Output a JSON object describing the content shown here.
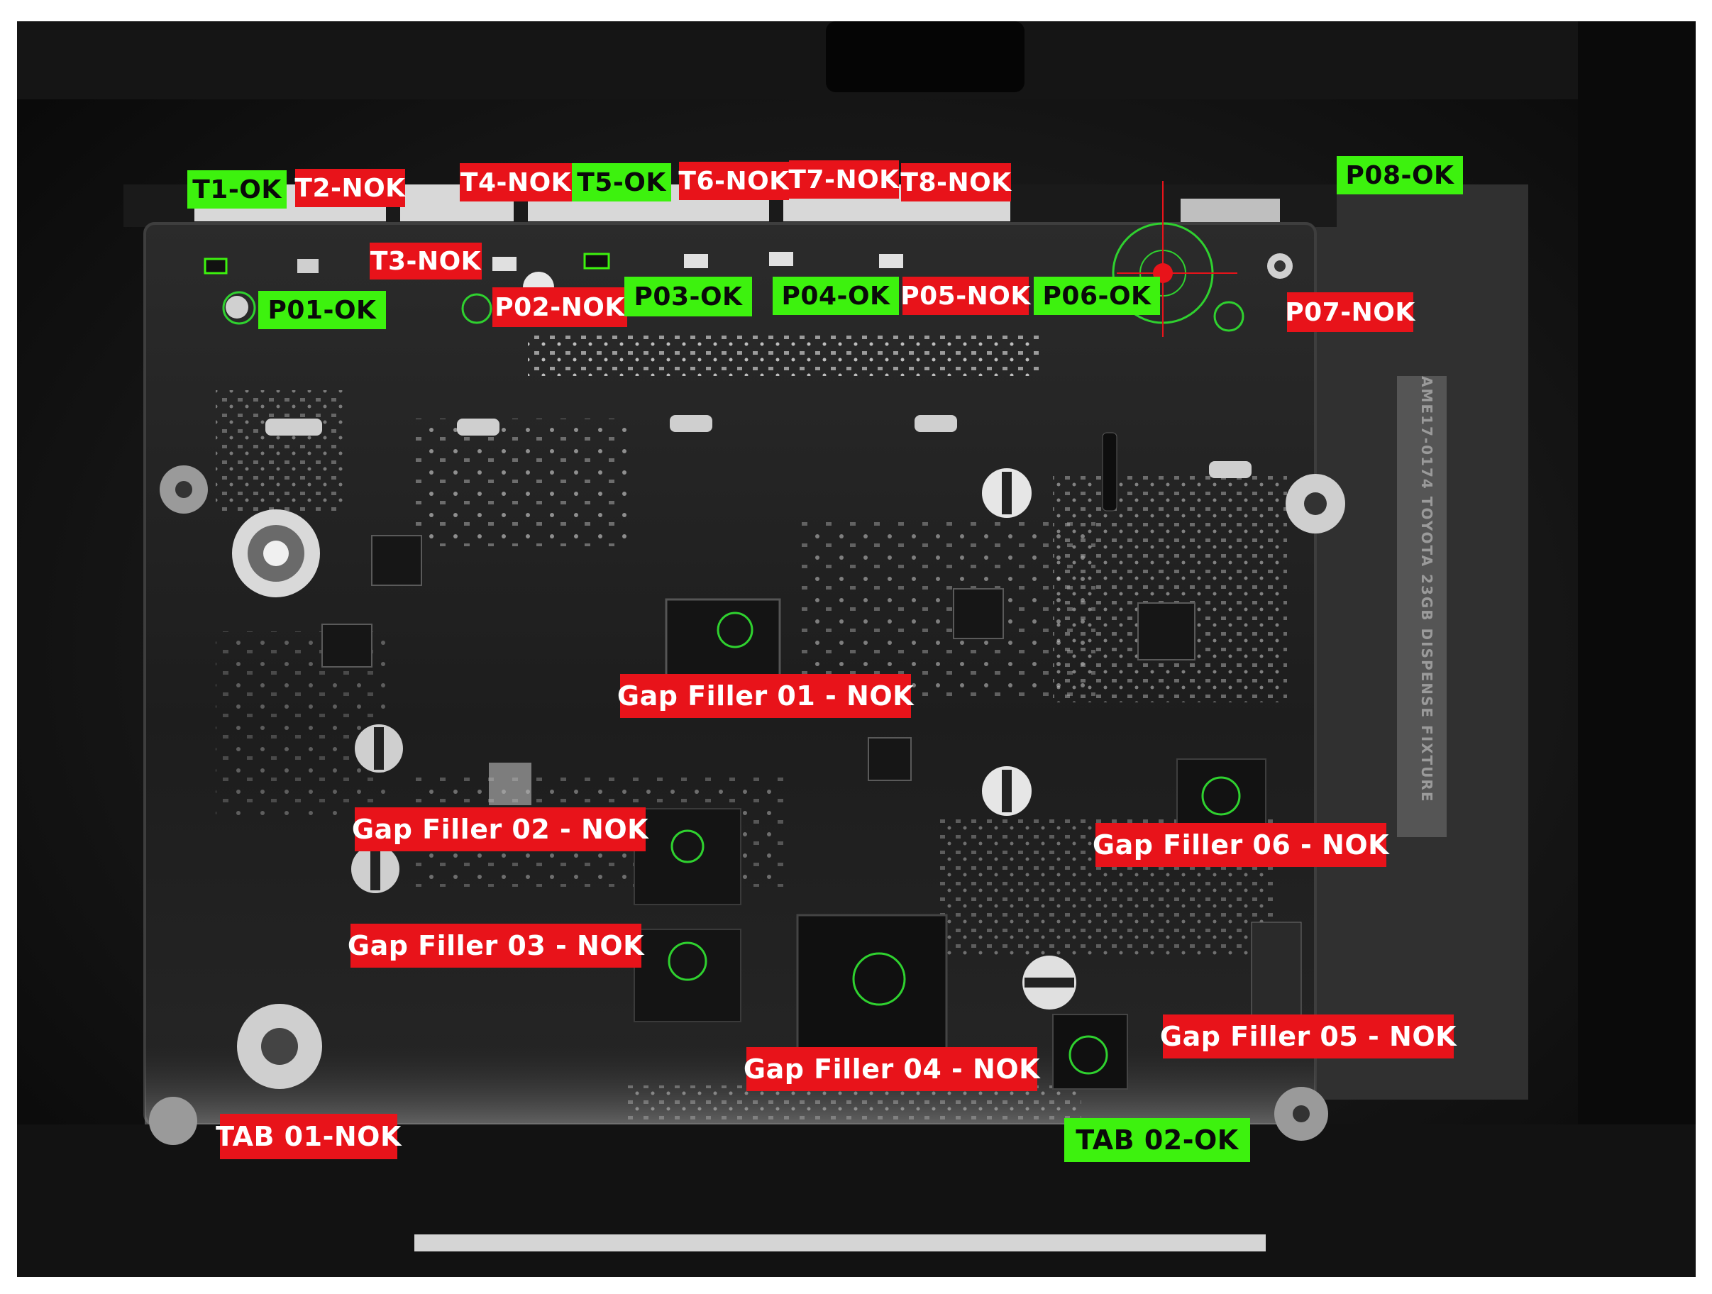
{
  "fixture_text": "AME17-0174 TOYOTA 23GB DISPENSE FIXTURE",
  "colors": {
    "ok": "#3df20e",
    "nok": "#e8131a",
    "marker": "#2fd12f",
    "crosshair": "#e8131a"
  },
  "labels": {
    "T1": "T1-OK",
    "T2": "T2-NOK",
    "T3": "T3-NOK",
    "T4": "T4-NOK",
    "T5": "T5-OK",
    "T6": "T6-NOK",
    "T7": "T7-NOK",
    "T8": "T8-NOK",
    "P01": "P01-OK",
    "P02": "P02-NOK",
    "P03": "P03-OK",
    "P04": "P04-OK",
    "P05": "P05-NOK",
    "P06": "P06-OK",
    "P07": "P07-NOK",
    "P08": "P08-OK",
    "GF01": "Gap Filler 01 - NOK",
    "GF02": "Gap Filler 02 - NOK",
    "GF03": "Gap Filler 03 - NOK",
    "GF04": "Gap Filler 04 - NOK",
    "GF05": "Gap Filler 05 - NOK",
    "GF06": "Gap Filler 06 - NOK",
    "TAB01": "TAB 01-NOK",
    "TAB02": "TAB 02-OK"
  }
}
